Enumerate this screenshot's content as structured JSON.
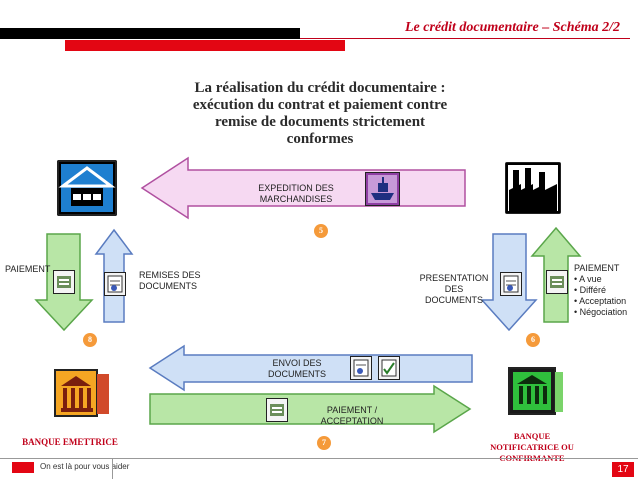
{
  "header": {
    "title": "Le crédit documentaire – Schéma 2/2"
  },
  "main_title": {
    "line1": "La réalisation du crédit documentaire :",
    "line2": "exécution du contrat et paiement contre",
    "line3": "remise de documents strictement",
    "line4": "conformes"
  },
  "labels": {
    "expedition_line1": "EXPEDITION DES",
    "expedition_line2": "MARCHANDISES",
    "paiement_left": "PAIEMENT",
    "remises_line1": "REMISES DES",
    "remises_line2": "DOCUMENTS",
    "presentation_line1": "PRESENTATION",
    "presentation_line2": "DES",
    "presentation_line3": "DOCUMENTS",
    "paiement_right": "PAIEMENT",
    "paiement_right_items": [
      "A vue",
      "Différé",
      "Acceptation",
      "Négociation"
    ],
    "envoi_line1": "ENVOI DES",
    "envoi_line2": "DOCUMENTS",
    "paiement_accept_line1": "PAIEMENT /",
    "paiement_accept_line2": "ACCEPTATION"
  },
  "steps": {
    "s5": "5",
    "s6": "6",
    "s7": "7",
    "s8": "8"
  },
  "banks": {
    "left": "BANQUE EMETTRICE",
    "right_line1": "BANQUE",
    "right_line2": "NOTIFICATRICE OU",
    "right_line3": "CONFIRMANTE"
  },
  "footer": {
    "slogan": "On est là pour vous aider",
    "page": "17"
  },
  "colors": {
    "accent_red": "#e30613",
    "title_red": "#c0001a",
    "pink_arrow": "#f6d9f2",
    "green_arrow": "#b8e6a6",
    "blue_arrow": "#cfe0f6",
    "badge_orange": "#f59a3a"
  },
  "icons": [
    "warehouse-icon",
    "factory-icon",
    "bank-left-icon",
    "bank-right-icon",
    "ship-icon",
    "money-icon",
    "document-icon"
  ]
}
